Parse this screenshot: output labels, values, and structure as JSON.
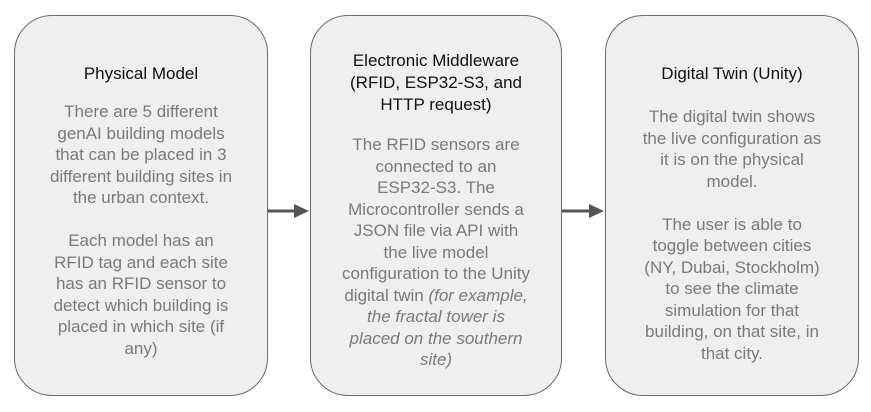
{
  "boxes": [
    {
      "title_lines": [
        "Physical Model"
      ],
      "body_paragraphs": [
        {
          "lines": [
            "There are 5 different",
            "genAI building models",
            "that can be placed in 3",
            "different building sites in",
            "the urban context."
          ]
        },
        {
          "lines": [
            "Each model has an",
            "RFID tag and each site",
            "has an RFID sensor to",
            "detect which building is",
            "placed in which site (if",
            "any)"
          ]
        }
      ]
    },
    {
      "title_lines": [
        "Electronic Middleware",
        "(RFID, ESP32-S3, and",
        "HTTP request)"
      ],
      "body_lines": [
        {
          "text": "The RFID sensors are",
          "italic": ""
        },
        {
          "text": "connected to an",
          "italic": ""
        },
        {
          "text": "ESP32-S3. The",
          "italic": ""
        },
        {
          "text": "Microcontroller sends a",
          "italic": ""
        },
        {
          "text": "JSON file via API with",
          "italic": ""
        },
        {
          "text": "the live model",
          "italic": ""
        },
        {
          "text": "configuration to the Unity",
          "italic": ""
        },
        {
          "text": "digital twin ",
          "italic": "(for example,"
        },
        {
          "text": "",
          "italic": "the fractal tower is"
        },
        {
          "text": "",
          "italic": "placed on the southern"
        },
        {
          "text": "",
          "italic": "site)"
        }
      ]
    },
    {
      "title_lines": [
        "Digital Twin (Unity)"
      ],
      "body_paragraphs": [
        {
          "lines": [
            "The digital twin shows",
            "the live configuration as",
            "it is on the physical",
            "model."
          ]
        },
        {
          "lines": [
            "The user is able to",
            "toggle between cities",
            "(NY, Dubai, Stockholm)",
            "to see the climate",
            "simulation for that",
            "building, on that site, in",
            "that city."
          ]
        }
      ]
    }
  ],
  "colors": {
    "box_fill": "#efefef",
    "box_border": "#6b6b6b",
    "title_text": "#111111",
    "body_text": "#7a7a7a",
    "arrow": "#555555"
  }
}
